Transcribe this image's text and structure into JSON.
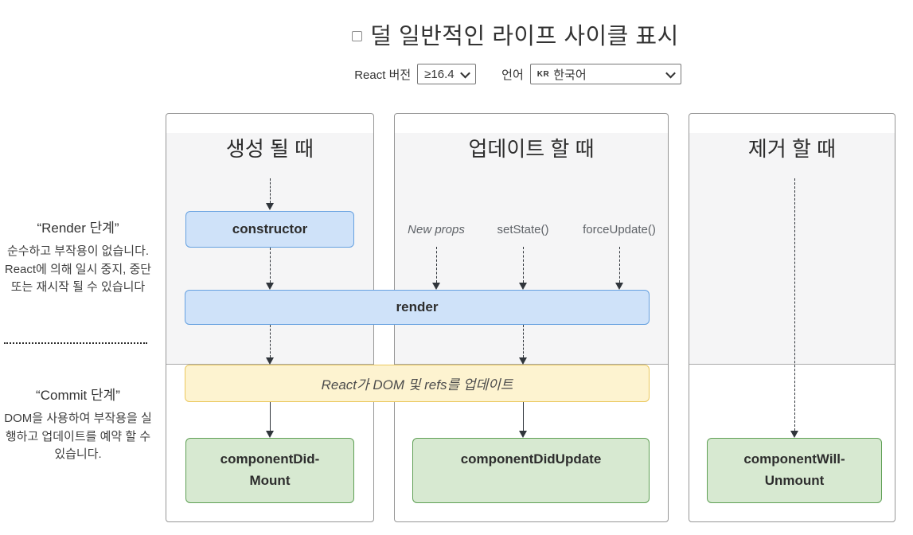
{
  "header": {
    "toggle_label": "덜 일반적인 라이프 사이클 표시",
    "react_version_label": "React 버전",
    "react_version_value": "≥16.4",
    "language_label": "언어",
    "language_code": "KR",
    "language_value": "한국어"
  },
  "columns": [
    {
      "title": "생성 될 때"
    },
    {
      "title": "업데이트 할 때"
    },
    {
      "title": "제거 할 때"
    }
  ],
  "phases": {
    "render": {
      "title": "“Render 단계”",
      "description": "순수하고 부작용이 없습니다. React에 의해 일시 중지, 중단 또는 재시작 될 수 있습니다"
    },
    "commit": {
      "title": "“Commit 단계”",
      "description": "DOM을 사용하여 부작용을 실행하고 업데이트를 예약 할 수 있습니다."
    }
  },
  "triggers": [
    "New props",
    "setState()",
    "forceUpdate()"
  ],
  "nodes": {
    "constructor": "constructor",
    "render": "render",
    "react_dom_update": "React가 DOM 및 refs를 업데이트",
    "component_did_mount": [
      "componentDid-",
      "Mount"
    ],
    "component_did_update": [
      "componentDidUpdate"
    ],
    "component_will_unmount": [
      "componentWill-",
      "Unmount"
    ]
  },
  "colors": {
    "lifecycle_blue_bg": "#cfe2f9",
    "lifecycle_blue_border": "#66a1e0",
    "side_effect_yellow_bg": "#fdf3d0",
    "side_effect_yellow_border": "#ebc85e",
    "lifecycle_green_bg": "#d7e9d1",
    "lifecycle_green_border": "#5fa055",
    "render_phase_bg": "#f5f5f6",
    "panel_border": "#969696",
    "arrow": "#30353b"
  }
}
